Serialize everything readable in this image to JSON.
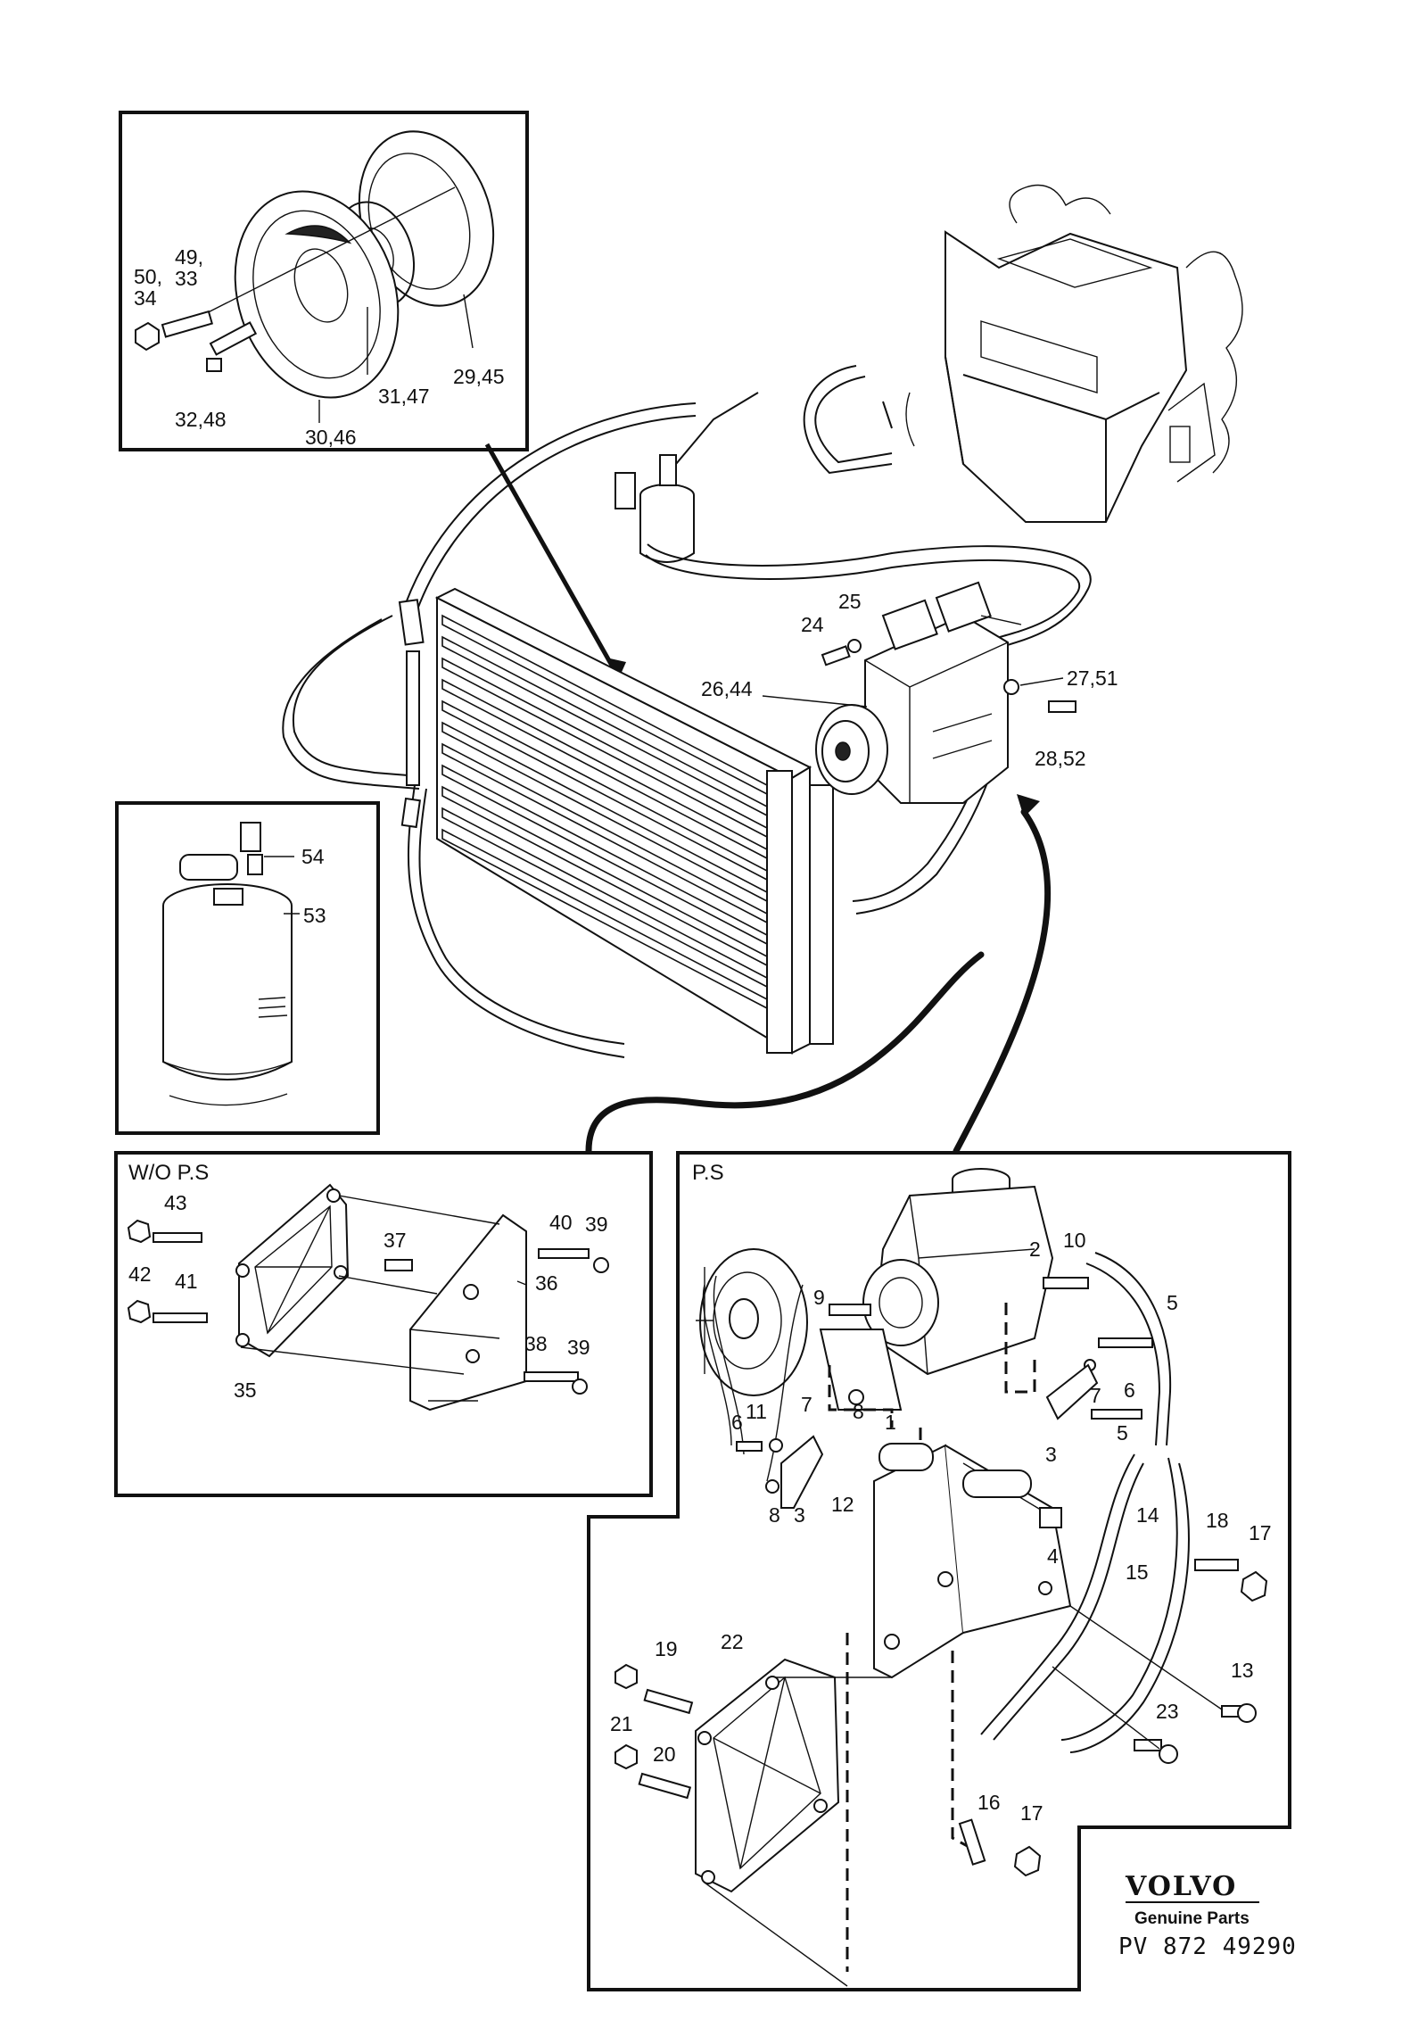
{
  "boxes": {
    "wo_ps": "W/O P.S",
    "ps": "P.S"
  },
  "labels": {
    "l50_34": "50,\n34",
    "l49_33": "49,\n33",
    "l32_48": "32,48",
    "l30_46": "30,46",
    "l31_47": "31,47",
    "l29_45": "29,45",
    "l24": "24",
    "l25": "25",
    "l26_44": "26,44",
    "l27_51": "27,51",
    "l28_52": "28,52",
    "l54": "54",
    "l53": "53",
    "l43": "43",
    "l42": "42",
    "l41": "41",
    "l35": "35",
    "l37": "37",
    "l40": "40",
    "l39a": "39",
    "l36": "36",
    "l38": "38",
    "l39b": "39",
    "l2": "2",
    "l10": "10",
    "l9": "9",
    "l5a": "5",
    "l11": "11",
    "l7a": "7",
    "l6a": "6",
    "l8a": "8",
    "l1": "1",
    "l7b": "7",
    "l6b": "6",
    "l5b": "5",
    "l3a": "3",
    "l8b": "8",
    "l3b": "3",
    "l12": "12",
    "l14": "14",
    "l4": "4",
    "l18": "18",
    "l17a": "17",
    "l15": "15",
    "l19": "19",
    "l22": "22",
    "l13": "13",
    "l21": "21",
    "l20": "20",
    "l23": "23",
    "l16": "16",
    "l17b": "17"
  },
  "footer": {
    "brand": "VOLVO",
    "subtitle": "Genuine Parts",
    "code": "PV 872 49290"
  }
}
